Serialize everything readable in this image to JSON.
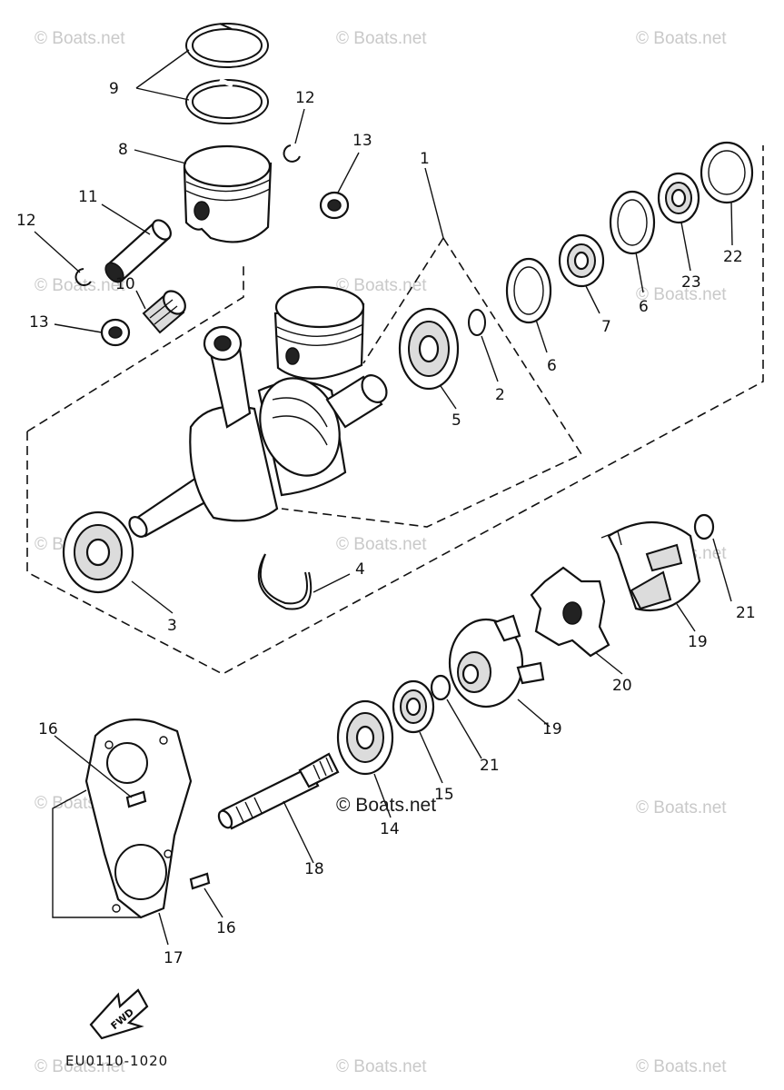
{
  "watermarks": [
    "© Boats.net",
    "© Boats.net",
    "© Boats.net",
    "© Boats.net",
    "© Boats.net",
    "© Boats.net",
    "© Boats.net",
    "© Boats.net",
    "© Boats.net",
    "© Boats.net",
    "© Boats.net",
    "© Boats.net",
    "© Boats.net",
    "© Boats.net"
  ],
  "center_watermark": "© Boats.net",
  "diagram_code": "EU0110-1020",
  "fwd_label": "FWD",
  "callouts": {
    "c1": "1",
    "c2": "2",
    "c3": "3",
    "c4": "4",
    "c5": "5",
    "c6a": "6",
    "c6b": "6",
    "c7": "7",
    "c8": "8",
    "c9": "9",
    "c10": "10",
    "c11": "11",
    "c12a": "12",
    "c12b": "12",
    "c13a": "13",
    "c13b": "13",
    "c14": "14",
    "c15": "15",
    "c16a": "16",
    "c16b": "16",
    "c17": "17",
    "c18": "18",
    "c19a": "19",
    "c19b": "19",
    "c20": "20",
    "c21a": "21",
    "c21b": "21",
    "c22": "22",
    "c23": "23"
  }
}
